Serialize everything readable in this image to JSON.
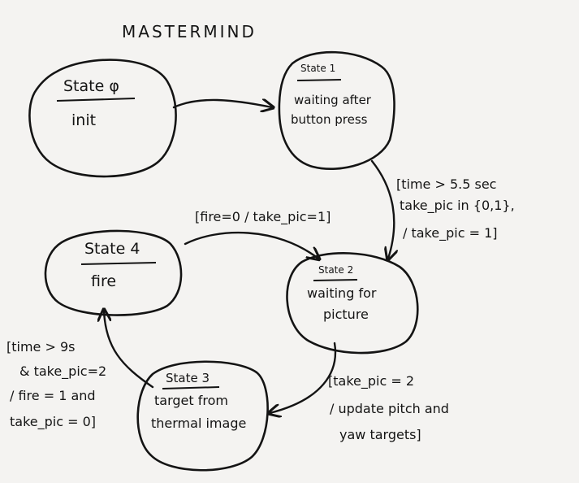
{
  "title": "MASTERMIND",
  "states": [
    {
      "id": "0",
      "name": "State φ",
      "desc_lines": [
        "init"
      ]
    },
    {
      "id": "1",
      "name": "State 1",
      "desc_lines": [
        "waiting after",
        "button press"
      ]
    },
    {
      "id": "2",
      "name": "State 2",
      "desc_lines": [
        "waiting for",
        "picture"
      ]
    },
    {
      "id": "3",
      "name": "State 3",
      "desc_lines": [
        "target from",
        "thermal image"
      ]
    },
    {
      "id": "4",
      "name": "State 4",
      "desc_lines": [
        "fire"
      ]
    }
  ],
  "transitions": [
    {
      "from": "0",
      "to": "1",
      "label_lines": []
    },
    {
      "from": "1",
      "to": "2",
      "label_lines": [
        "[time > 5.5 sec",
        "take_pic in {0,1},",
        "/ take_pic = 1]"
      ]
    },
    {
      "from": "4",
      "to": "2",
      "label_lines": [
        "[fire=0 / take_pic=1]"
      ]
    },
    {
      "from": "2",
      "to": "3",
      "label_lines": [
        "[take_pic = 2",
        "/ update pitch and",
        "yaw targets]"
      ]
    },
    {
      "from": "3",
      "to": "4",
      "label_lines": [
        "[time > 9s",
        "& take_pic=2",
        "/ fire = 1 and",
        "take_pic = 0]"
      ]
    }
  ]
}
